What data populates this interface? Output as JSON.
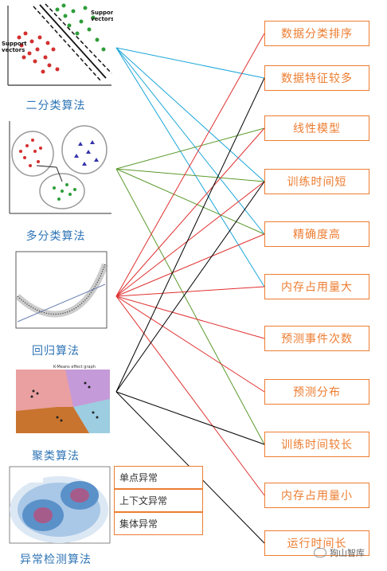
{
  "categories": {
    "binary": "二分类算法",
    "multiclass": "多分类算法",
    "regression": "回归算法",
    "clustering": "聚类算法",
    "anomaly": "异常检测算法"
  },
  "properties": [
    "数据分类排序",
    "数据特征较多",
    "线性模型",
    "训练时间短",
    "精确度高",
    "内存占用量大",
    "预测事件次数",
    "预测分布",
    "训练时间较长",
    "内存占用量小",
    "运行时间长"
  ],
  "anomaly_types": [
    "单点异常",
    "上下文异常",
    "集体异常"
  ],
  "svm_labels": {
    "support_top": "Support\nvectors",
    "support_left": "Support\nvectors"
  },
  "kmeans_title": "K-Means effect graph",
  "watermark": "狗山智库",
  "colors": {
    "binary": "#1aa6d9",
    "multiclass": "#5b9a2e",
    "regression": "#e03030",
    "clustering": "#000000",
    "box_border": "#ed7d31",
    "caption": "#2e74b5"
  }
}
